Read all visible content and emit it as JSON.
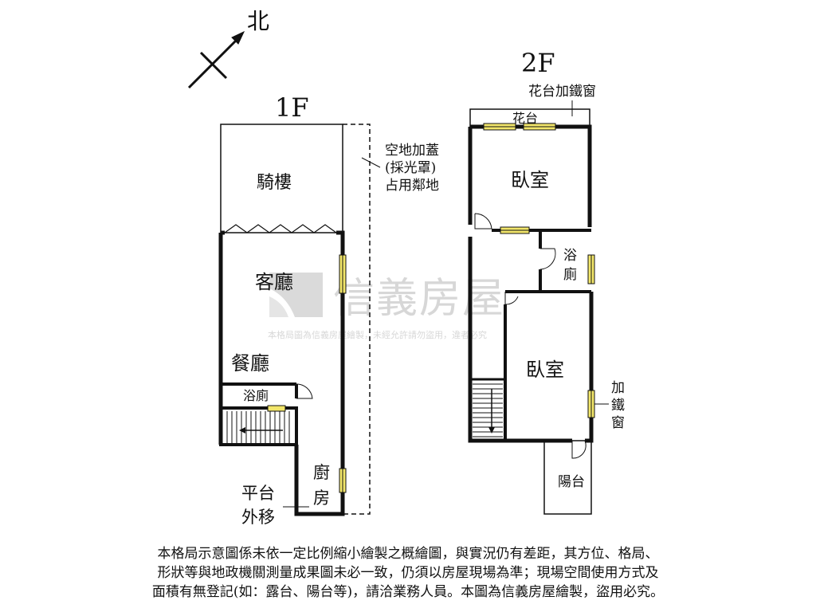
{
  "compass": {
    "label": "北"
  },
  "floor1": {
    "title": "1F",
    "rooms": {
      "arcade": "騎樓",
      "living": "客廳",
      "dining": "餐廳",
      "bath": "浴廁",
      "kitchen_1": "廚",
      "kitchen_2": "房"
    },
    "annotations": {
      "vacant_1": "空地加蓋",
      "vacant_2": "(採光罩)",
      "vacant_3": "占用鄰地",
      "platform_1": "平台",
      "platform_2": "外移"
    }
  },
  "floor2": {
    "title": "2F",
    "rooms": {
      "bedroom_front": "臥室",
      "bath_1": "浴",
      "bath_2": "廁",
      "bedroom_rear": "臥室",
      "balcony": "陽台",
      "planter": "花台"
    },
    "annotations": {
      "planter_window": "花台加鐵窗",
      "iron_window_1": "加",
      "iron_window_2": "鐵",
      "iron_window_3": "窗"
    }
  },
  "watermark": {
    "brand": "信義房屋",
    "notice": "本格局圖為信義房屋繪製，未經允許請勿盜用，違者必究"
  },
  "disclaimer": {
    "line1": "本格局示意圖係未依一定比例縮小繪製之概繪圖，與實況仍有差距，其方位、格局、",
    "line2": "形狀等與地政機關測量成果圖未必一致，仍須以房屋現場為準；現場空間使用方式及",
    "line3": "面積有無登記(如：露台、陽台等)，請洽業務人員。本圖為信義房屋繪製，盜用必究。"
  },
  "colors": {
    "wall": "#111111",
    "window": "#f2e66a",
    "watermark": "#c8c8c8"
  }
}
